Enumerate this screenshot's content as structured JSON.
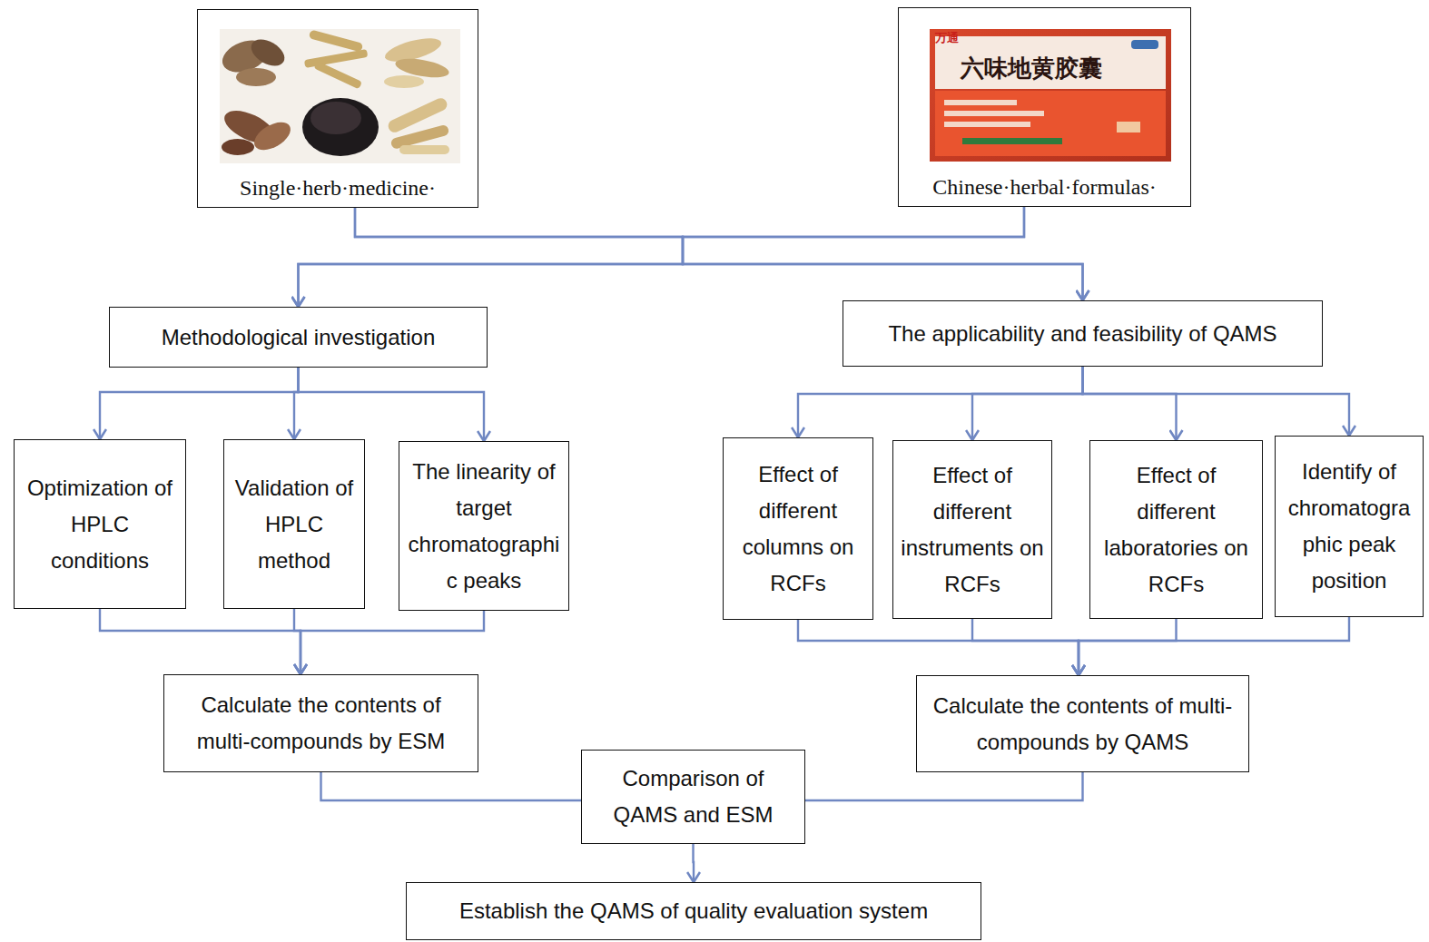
{
  "diagram": {
    "nodes": [
      {
        "text": [
          "Single·herb·medicine·"
        ]
      },
      {
        "text": [
          "Chinese·herbal·formulas·"
        ]
      },
      {
        "text": [
          "Methodological investigation"
        ]
      },
      {
        "text": [
          "The applicability and feasibility of QAMS"
        ]
      },
      {
        "text": [
          "Optimization of HPLC conditions"
        ]
      },
      {
        "text": [
          "Validation of HPLC method"
        ]
      },
      {
        "text": [
          "The linearity of target chromatographic peaks"
        ]
      },
      {
        "text": [
          "Effect of different columns on RCFs"
        ]
      },
      {
        "text": [
          "Effect of different instruments on RCFs"
        ]
      },
      {
        "text": [
          "Effect of different laboratories on RCFs"
        ]
      },
      {
        "text": [
          "Identify of chromatographic peak position"
        ]
      },
      {
        "text": [
          "Calculate the contents of multi-compounds by ESM"
        ]
      },
      {
        "text": [
          "Calculate the contents of multi-compounds by QAMS"
        ]
      },
      {
        "text": [
          "Comparison of QAMS and ESM"
        ]
      },
      {
        "text": [
          "Establish the QAMS of quality evaluation system"
        ]
      }
    ],
    "edges": [
      {
        "from": 0,
        "to": 2,
        "arrow": "to"
      },
      {
        "from": 0,
        "to": 3,
        "arrow": "to"
      },
      {
        "from": 1,
        "to": 2,
        "arrow": "to"
      },
      {
        "from": 1,
        "to": 3,
        "arrow": "to"
      },
      {
        "from": 2,
        "to": 4,
        "arrow": "to"
      },
      {
        "from": 2,
        "to": 5,
        "arrow": "to"
      },
      {
        "from": 2,
        "to": 6,
        "arrow": "to"
      },
      {
        "from": 3,
        "to": 7,
        "arrow": "to"
      },
      {
        "from": 3,
        "to": 8,
        "arrow": "to"
      },
      {
        "from": 3,
        "to": 9,
        "arrow": "to"
      },
      {
        "from": 3,
        "to": 10,
        "arrow": "to"
      },
      {
        "from": 4,
        "to": 11,
        "arrow": "to"
      },
      {
        "from": 5,
        "to": 11,
        "arrow": "to"
      },
      {
        "from": 6,
        "to": 11,
        "arrow": "to"
      },
      {
        "from": 7,
        "to": 12,
        "arrow": "to"
      },
      {
        "from": 8,
        "to": 12,
        "arrow": "to"
      },
      {
        "from": 9,
        "to": 12,
        "arrow": "to"
      },
      {
        "from": 10,
        "to": 12,
        "arrow": "to"
      },
      {
        "from": 11,
        "to": 13,
        "arrow": "none"
      },
      {
        "from": 12,
        "to": 13,
        "arrow": "none"
      },
      {
        "from": 13,
        "to": 14,
        "arrow": "to"
      }
    ],
    "labels": [
      "万通",
      "六味地黄胶囊"
    ]
  }
}
